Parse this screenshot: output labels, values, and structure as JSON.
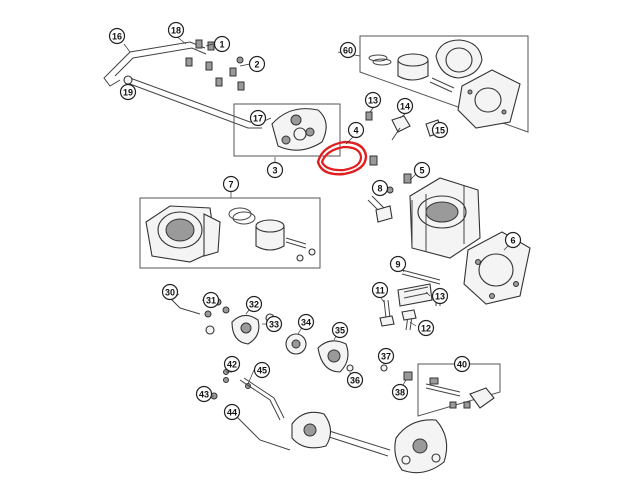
{
  "diagram": {
    "highlight_color": "#e02020",
    "line_color": "#333333",
    "highlighted_label": "4",
    "callouts": [
      {
        "id": "c1",
        "label": "1"
      },
      {
        "id": "c2",
        "label": "2"
      },
      {
        "id": "c3",
        "label": "3"
      },
      {
        "id": "c4",
        "label": "4"
      },
      {
        "id": "c5",
        "label": "5"
      },
      {
        "id": "c6",
        "label": "6"
      },
      {
        "id": "c7",
        "label": "7"
      },
      {
        "id": "c8",
        "label": "8"
      },
      {
        "id": "c9",
        "label": "9"
      },
      {
        "id": "c11",
        "label": "11"
      },
      {
        "id": "c12",
        "label": "12"
      },
      {
        "id": "c13",
        "label": "13"
      },
      {
        "id": "c13b",
        "label": "13"
      },
      {
        "id": "c14",
        "label": "14"
      },
      {
        "id": "c15",
        "label": "15"
      },
      {
        "id": "c16",
        "label": "16"
      },
      {
        "id": "c17",
        "label": "17"
      },
      {
        "id": "c18",
        "label": "18"
      },
      {
        "id": "c19",
        "label": "19"
      },
      {
        "id": "c30",
        "label": "30"
      },
      {
        "id": "c31",
        "label": "31"
      },
      {
        "id": "c32",
        "label": "32"
      },
      {
        "id": "c33",
        "label": "33"
      },
      {
        "id": "c34",
        "label": "34"
      },
      {
        "id": "c35",
        "label": "35"
      },
      {
        "id": "c36",
        "label": "36"
      },
      {
        "id": "c37",
        "label": "37"
      },
      {
        "id": "c38",
        "label": "38"
      },
      {
        "id": "c40",
        "label": "40"
      },
      {
        "id": "c42",
        "label": "42"
      },
      {
        "id": "c43",
        "label": "43"
      },
      {
        "id": "c44",
        "label": "44"
      },
      {
        "id": "c45",
        "label": "45"
      },
      {
        "id": "c60",
        "label": "60"
      }
    ]
  }
}
